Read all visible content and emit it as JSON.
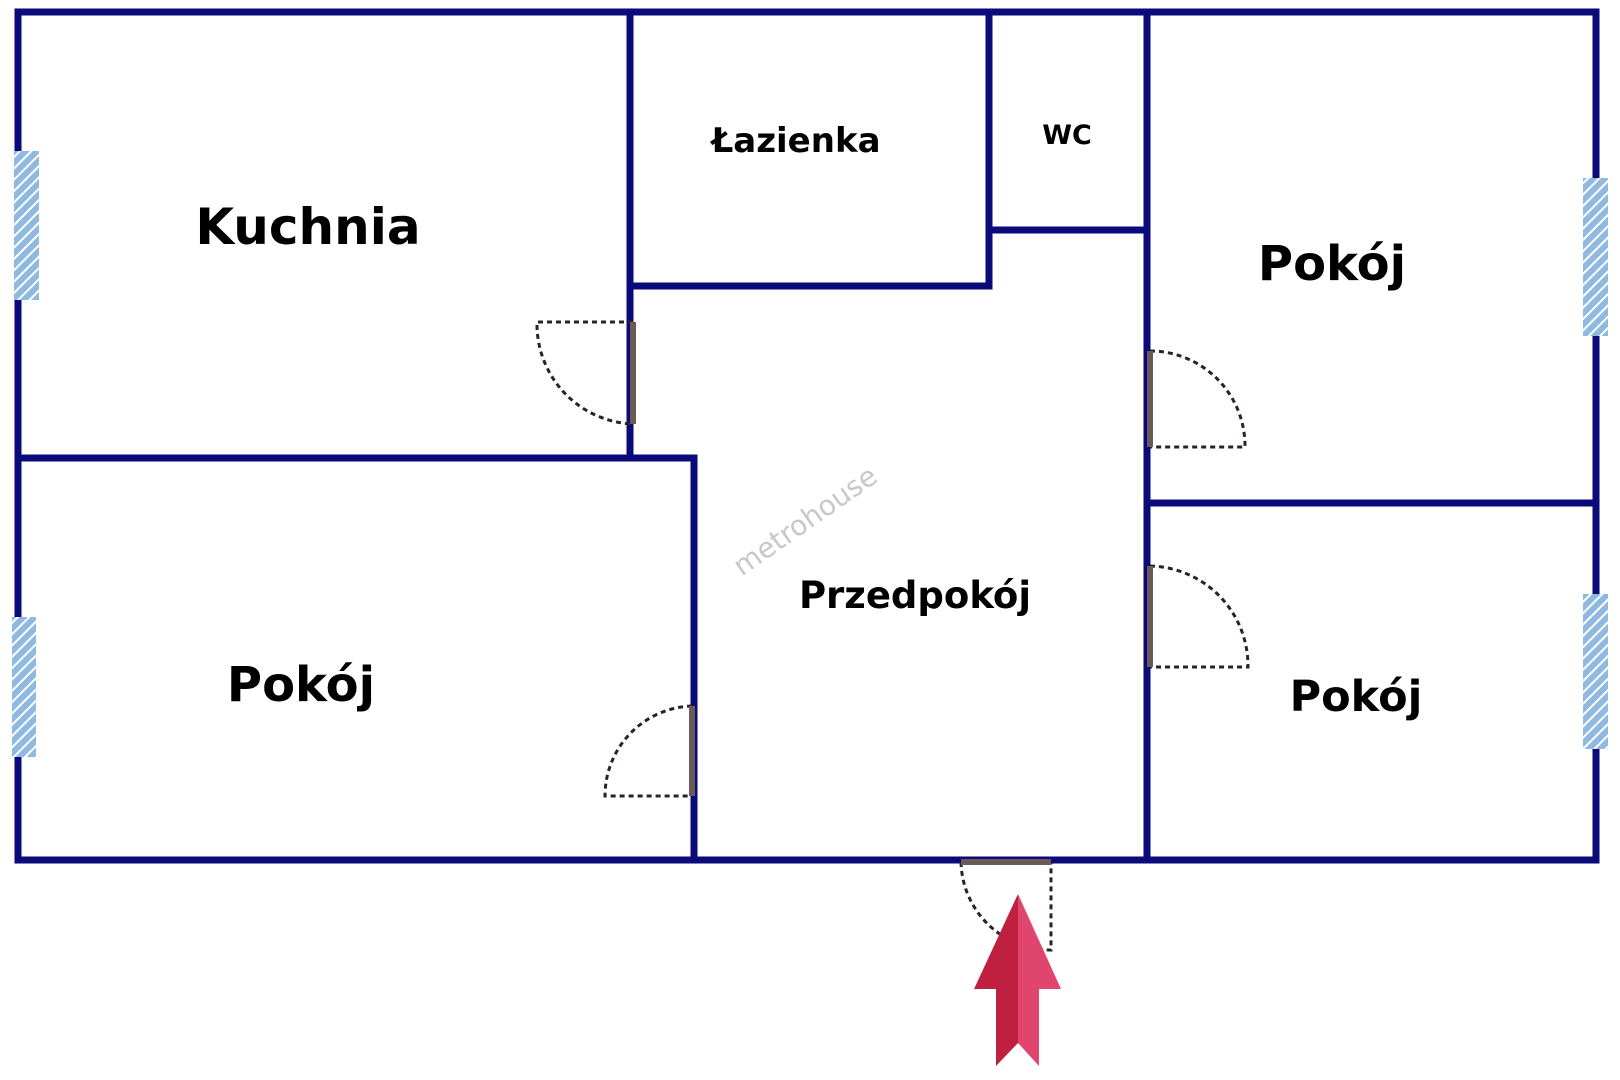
{
  "rooms": {
    "kitchen": "Kuchnia",
    "bathroom": "Łazienka",
    "wc": "WC",
    "room_top_right": "Pokój",
    "hallway": "Przedpokój",
    "room_left": "Pokój",
    "room_bottom_right": "Pokój"
  },
  "watermark": "metrohouse",
  "colors": {
    "wall": "#0a0a7a",
    "window": "#8fb9e0",
    "arrow_dark": "#c0203f",
    "arrow_light": "#e0456e",
    "door_leaf": "#6b5a55"
  }
}
